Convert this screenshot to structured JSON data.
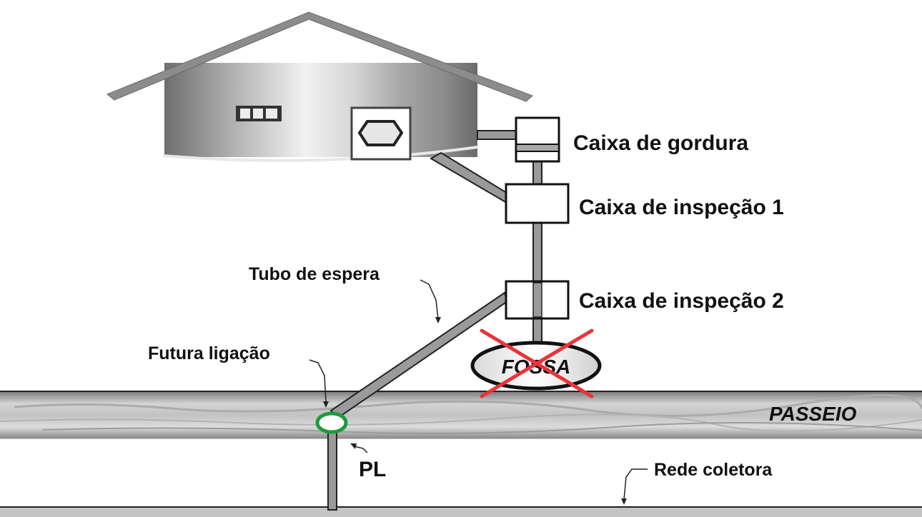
{
  "labels": {
    "caixa_gordura": "Caixa de gordura",
    "caixa_inspecao_1": "Caixa de inspeção 1",
    "caixa_inspecao_2": "Caixa de inspeção 2",
    "tubo_espera": "Tubo de espera",
    "futura_ligacao": "Futura ligação",
    "fossa": "FOSSA",
    "passeio": "PASSEIO",
    "pl": "PL",
    "rede_coletora": "Rede coletora"
  },
  "colors": {
    "pipe": "#9a9a9a",
    "outline": "#222222",
    "cross": "#e8343a",
    "pl_ring": "#1e9a3c",
    "roof": "#8c8c8c"
  }
}
